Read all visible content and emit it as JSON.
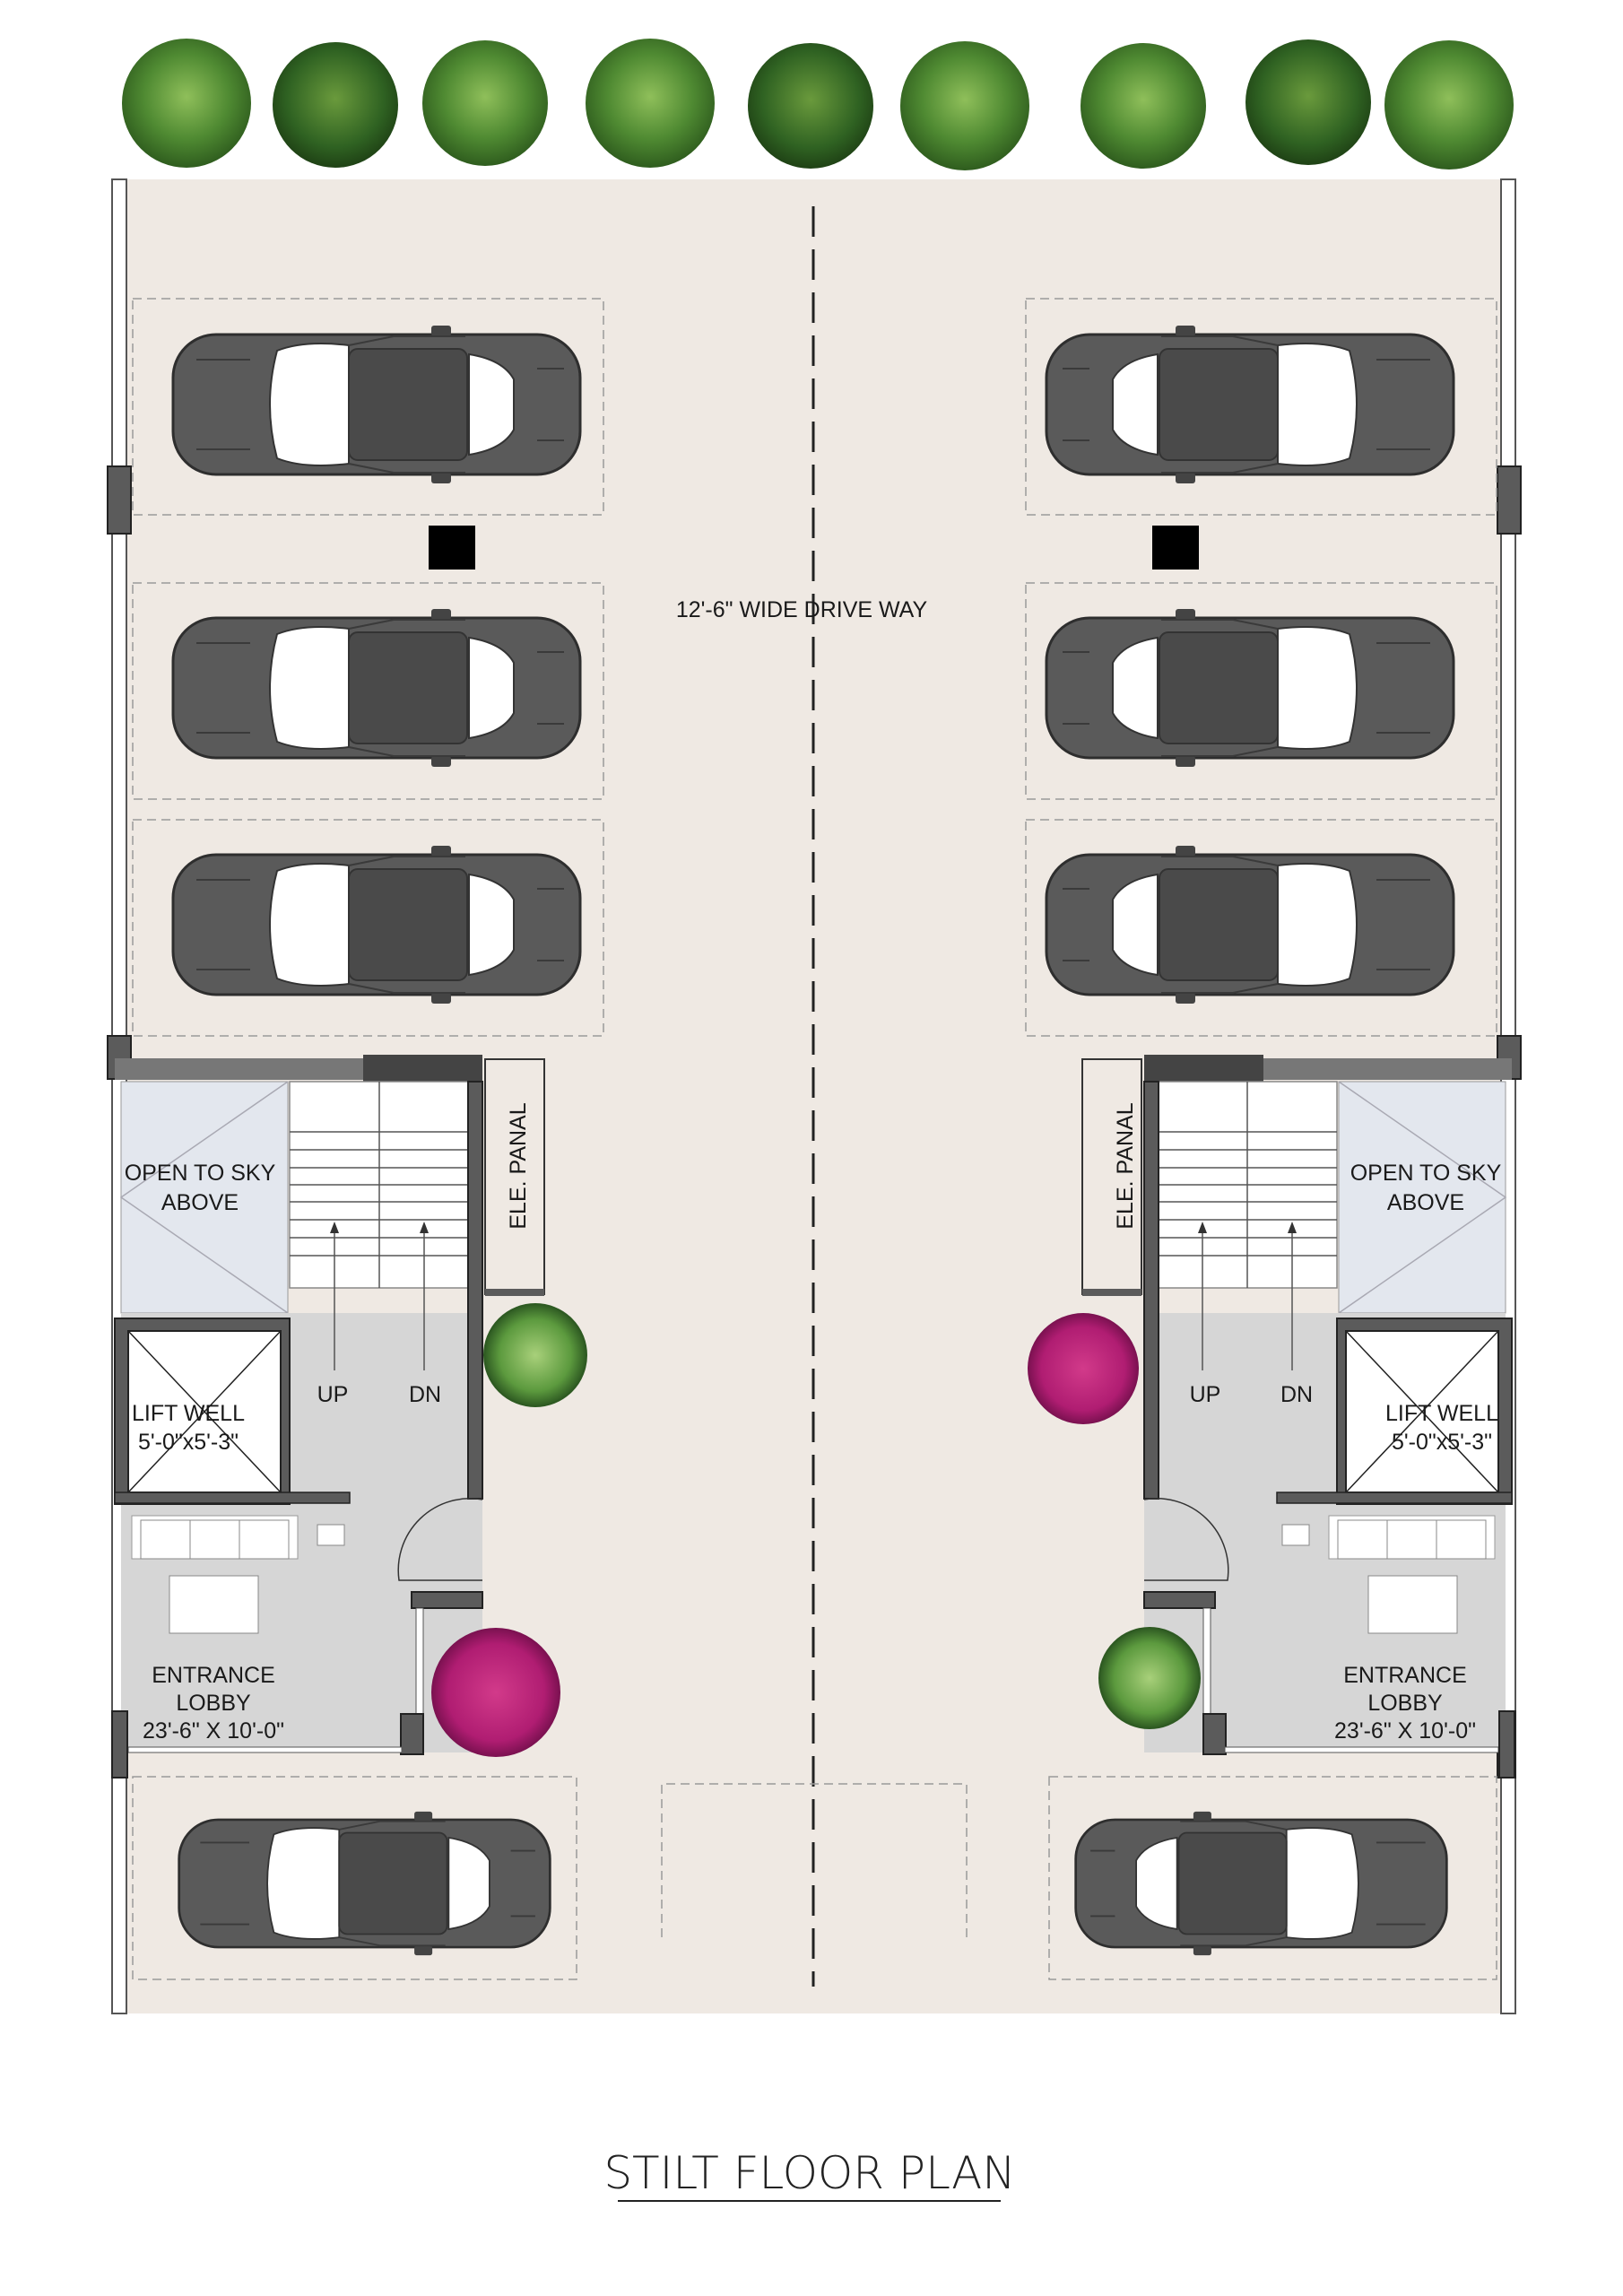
{
  "title": "STILT FLOOR PLAN",
  "driveway_label": "12'-6\" WIDE DRIVE WAY",
  "blocks": [
    {
      "side": "left",
      "open_to_sky": [
        "OPEN TO SKY",
        "ABOVE"
      ],
      "ele_panel": "ELE.  PANAL",
      "lift_well": [
        "LIFT WELL",
        "5'-0\"x5'-3\""
      ],
      "stair_up": "UP",
      "stair_down": "DN",
      "lobby": [
        "ENTRANCE",
        "LOBBY",
        "23'-6\" X 10'-0\""
      ]
    },
    {
      "side": "right",
      "open_to_sky": [
        "OPEN TO SKY",
        "ABOVE"
      ],
      "ele_panel": "ELE.  PANAL",
      "lift_well": [
        "LIFT WELL",
        "5'-0\"x5'-3\""
      ],
      "stair_up": "UP",
      "stair_down": "DN",
      "lobby": [
        "ENTRANCE",
        "LOBBY",
        "23'-6\" X 10'-0\""
      ]
    }
  ],
  "colors": {
    "ground": "#efe9e3",
    "wall": "#5b5b5b",
    "car": "#5a5a5a",
    "lobby_floor": "#d6d6d6",
    "open_to_sky": "#e3e7ee"
  }
}
